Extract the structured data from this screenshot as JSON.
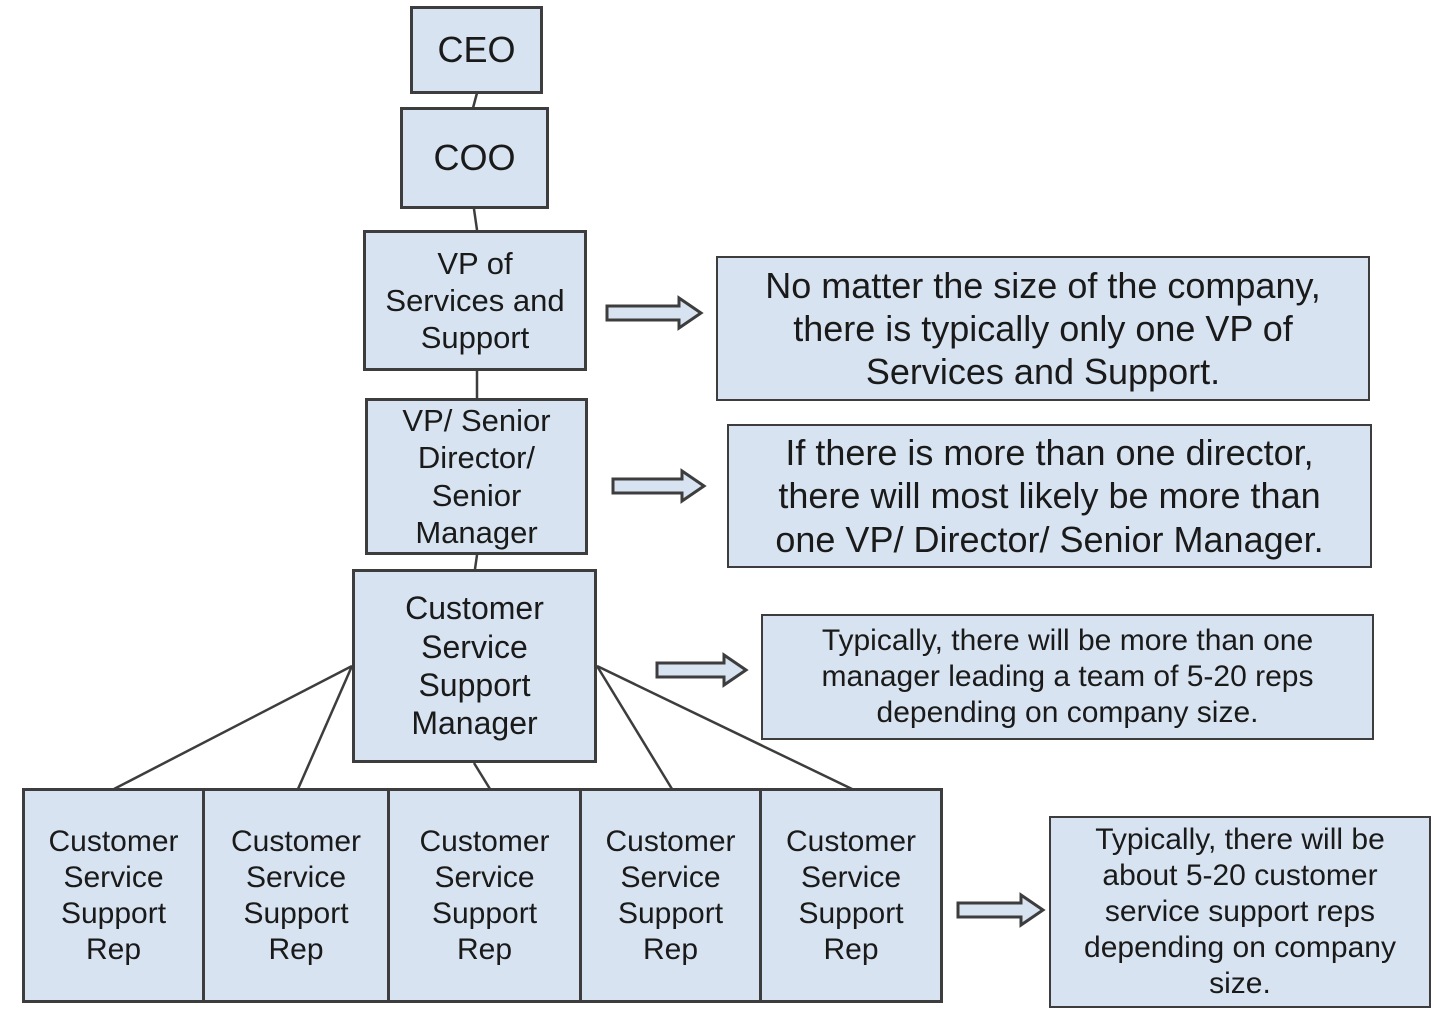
{
  "colors": {
    "background": "#ffffff",
    "box_fill": "#d7e3f0",
    "box_border": "#3d3d3d",
    "connector": "#3d3d3d",
    "text": "#1a1a1a"
  },
  "org_chart": {
    "nodes": [
      {
        "id": "ceo",
        "label": "CEO"
      },
      {
        "id": "coo",
        "label": "COO"
      },
      {
        "id": "vp-services-support",
        "label": "VP of\nServices and\nSupport"
      },
      {
        "id": "vp-senior-director",
        "label": "VP/ Senior\nDirector/\nSenior\nManager"
      },
      {
        "id": "cs-support-manager",
        "label": "Customer\nService\nSupport\nManager"
      },
      {
        "id": "cs-support-rep-1",
        "label": "Customer\nService\nSupport\nRep"
      },
      {
        "id": "cs-support-rep-2",
        "label": "Customer\nService\nSupport\nRep"
      },
      {
        "id": "cs-support-rep-3",
        "label": "Customer\nService\nSupport\nRep"
      },
      {
        "id": "cs-support-rep-4",
        "label": "Customer\nService\nSupport\nRep"
      },
      {
        "id": "cs-support-rep-5",
        "label": "Customer\nService\nSupport\nRep"
      }
    ]
  },
  "annotations": [
    {
      "target": "vp-services-support",
      "text": "No matter the size of the company,\nthere is typically only one VP of\nServices and Support."
    },
    {
      "target": "vp-senior-director",
      "text": "If there is more than one director,\nthere will most likely be more than\none VP/ Director/ Senior Manager."
    },
    {
      "target": "cs-support-manager",
      "text": "Typically, there will be more than one\nmanager leading a team of 5-20 reps\ndepending on company size."
    },
    {
      "target": "cs-support-rep",
      "text": "Typically, there will be\nabout 5-20 customer\nservice support reps\ndepending on company\nsize."
    }
  ]
}
